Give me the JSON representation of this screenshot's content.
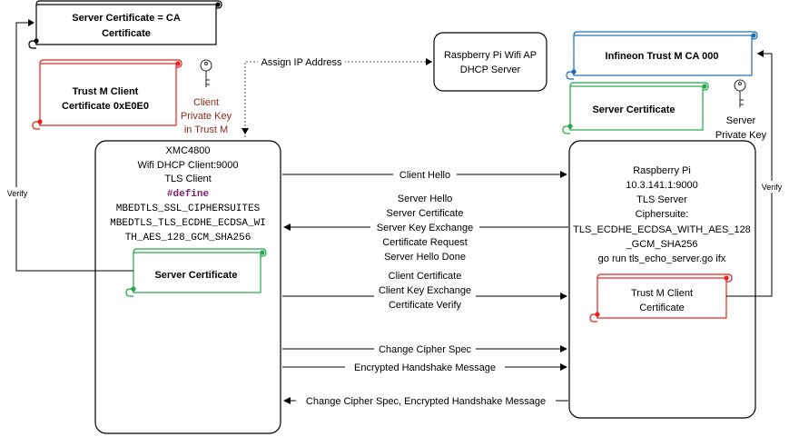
{
  "scrolls": {
    "server_cert_ca": {
      "line1": "Server Certificate = CA",
      "line2": "Certificate",
      "color": "#000000"
    },
    "trust_m_client_cert_left": {
      "line1": "Trust M Client",
      "line2": "Certificate 0xE0E0",
      "color": "#e8201e"
    },
    "infineon_ca": {
      "line1": "Infineon Trust M CA 000",
      "color": "#1f6fb2"
    },
    "server_cert_right": {
      "line1": "Server Certificate",
      "color": "#22a84a"
    },
    "server_cert_in_client": {
      "line1": "Server Certificate",
      "color": "#22a84a"
    },
    "trust_m_client_cert_right": {
      "line1": "Trust M Client",
      "line2": "Certificate",
      "color": "#e8201e"
    }
  },
  "keys": {
    "client_key": {
      "lines": [
        "Client",
        "Private Key",
        "in Trust M"
      ],
      "color": "#8b2a1c"
    },
    "server_key": {
      "lines": [
        "Server",
        "Private Key"
      ],
      "color": "#000000"
    }
  },
  "ap_box": {
    "lines": [
      "Raspberry Pi Wifi AP",
      "DHCP Server"
    ]
  },
  "assign_ip_label": "Assign IP Address",
  "client_box": {
    "lines": [
      "XMC4800",
      "Wifi DHCP Client:9000",
      "TLS Client"
    ],
    "define_kw": "#define",
    "code_lines": [
      "MBEDTLS_SSL_CIPHERSUITES",
      "MBEDTLS_TLS_ECDHE_ECDSA_WI",
      "TH_AES_128_GCM_SHA256"
    ]
  },
  "server_box": {
    "lines": [
      "Raspberry Pi",
      "10.3.141.1:9000",
      "TLS Server",
      "Ciphersuite:",
      "TLS_ECDHE_ECDSA_WITH_AES_128",
      "_GCM_SHA256",
      "go run tls_echo_server.go ifx"
    ]
  },
  "verify_left": "Verify",
  "verify_right": "Verify",
  "messages": {
    "client_hello": "Client Hello",
    "server_hello_group": [
      "Server Hello",
      "Server Certificate",
      "Server Key Exchange",
      "Certificate Request",
      "Server Hello Done"
    ],
    "client_cert_group": [
      "Client Certificate",
      "Client Key Exchange",
      "Certificate Verify"
    ],
    "change_cipher_spec": "Change Cipher Spec",
    "encrypted_handshake": "Encrypted Handshake Message",
    "server_final": "Change Cipher Spec, Encrypted Handshake Message"
  }
}
